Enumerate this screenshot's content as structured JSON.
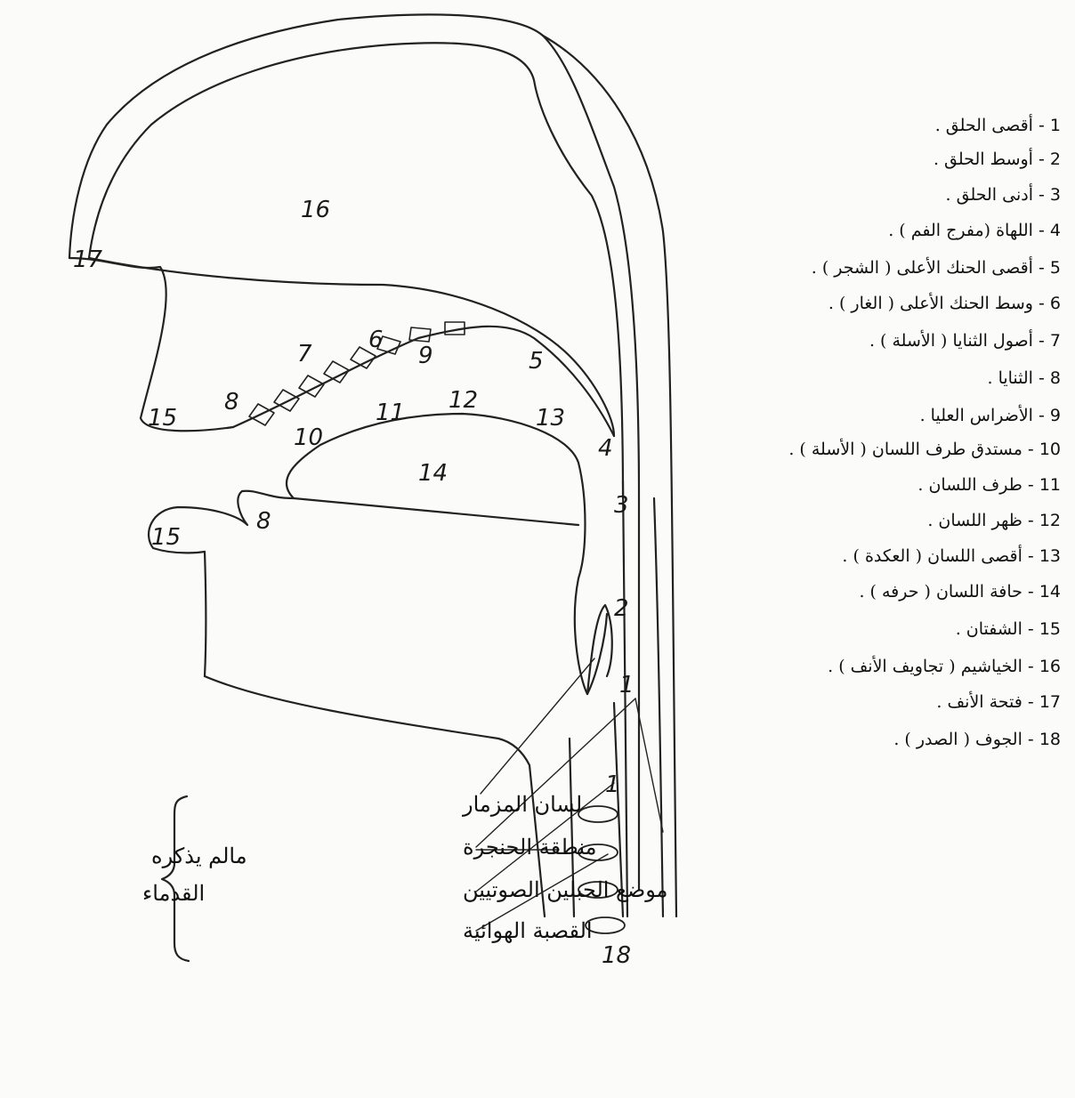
{
  "diagram_numbers": {
    "n16": "16",
    "n17": "17",
    "n6": "6",
    "n7": "7",
    "n9": "9",
    "n5": "5",
    "n15_top": "15",
    "n8_top": "8",
    "n11": "11",
    "n12": "12",
    "n13": "13",
    "n4": "4",
    "n10": "10",
    "n14": "14",
    "n3": "3",
    "n15_bottom": "15",
    "n8_bottom": "8",
    "n2": "2",
    "n1_a": "1",
    "n1_b": "1",
    "n18": "18"
  },
  "annotations": {
    "epiglottis": "لسان المزمار",
    "larynx": "منطقة الحنجرة",
    "vocal_cords": "موضع الحبلين الصوتيين",
    "trachea": "القصبة الهوائية",
    "ancients_line1": "مالم يذكره",
    "ancients_line2": "القدماء"
  },
  "legend": [
    {
      "num": "1",
      "text": "أقصى الحلق ."
    },
    {
      "num": "2",
      "text": "أوسط الحلق ."
    },
    {
      "num": "3",
      "text": "أدنى الحلق ."
    },
    {
      "num": "4",
      "text": "اللهاة (مفرج الفم ) ."
    },
    {
      "num": "5",
      "text": "أقصى الحنك الأعلى ( الشجر ) ."
    },
    {
      "num": "6",
      "text": "وسط الحنك الأعلى ( الغار ) ."
    },
    {
      "num": "7",
      "text": "أصول الثنايا ( الأسلة ) ."
    },
    {
      "num": "8",
      "text": "الثنايا ."
    },
    {
      "num": "9",
      "text": "الأضراس العليا ."
    },
    {
      "num": "10",
      "text": "مستدق طرف اللسان ( الأسلة ) ."
    },
    {
      "num": "11",
      "text": "طرف اللسان ."
    },
    {
      "num": "12",
      "text": "ظهر اللسان ."
    },
    {
      "num": "13",
      "text": "أقصى اللسان ( العكدة ) ."
    },
    {
      "num": "14",
      "text": "حافة اللسان ( حرفه ) ."
    },
    {
      "num": "15",
      "text": "الشفتان ."
    },
    {
      "num": "16",
      "text": "الخياشيم ( تجاويف الأنف ) ."
    },
    {
      "num": "17",
      "text": "فتحة الأنف ."
    },
    {
      "num": "18",
      "text": "الجوف ( الصدر ) ."
    }
  ]
}
